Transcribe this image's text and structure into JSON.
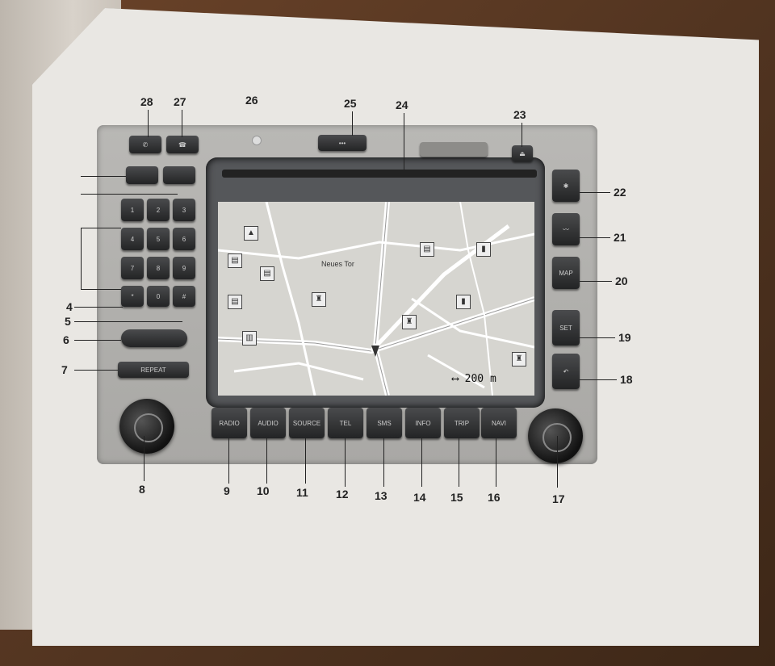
{
  "callouts": {
    "c28": "28",
    "c27": "27",
    "c26": "26",
    "c25": "25",
    "c24": "24",
    "c23": "23",
    "c22": "22",
    "c21": "21",
    "c20": "20",
    "c19": "19",
    "c18": "18",
    "c17": "17",
    "c16": "16",
    "c15": "15",
    "c14": "14",
    "c13": "13",
    "c12": "12",
    "c11": "11",
    "c10": "10",
    "c9": "9",
    "c8": "8",
    "c7": "7",
    "c6": "6",
    "c5": "5",
    "c4": "4"
  },
  "right_buttons": {
    "map": "MAP",
    "set": "SET"
  },
  "bottom_buttons": [
    "RADIO",
    "AUDIO",
    "SOURCE",
    "TEL",
    "SMS",
    "INFO",
    "TRIP",
    "NAVI"
  ],
  "left_buttons": {
    "repeat": "REPEAT"
  },
  "map": {
    "place": "Neues Tor",
    "scale": "200 m"
  }
}
